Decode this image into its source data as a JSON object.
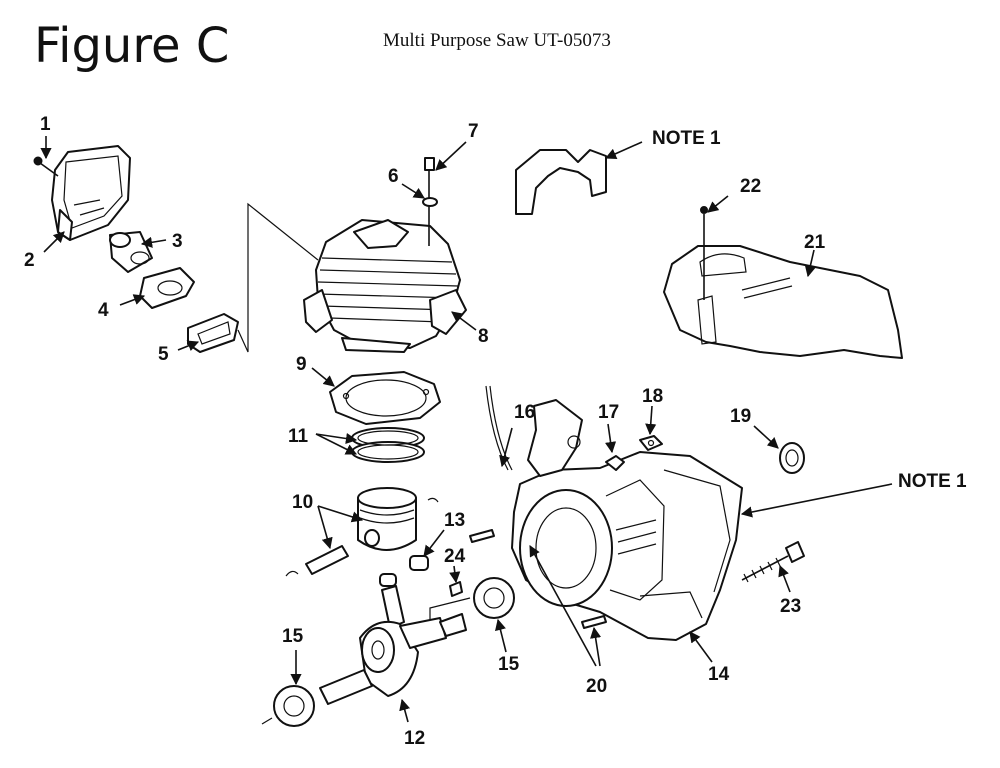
{
  "header": {
    "title": "Figure C",
    "subtitle": "Multi Purpose Saw UT-05073"
  },
  "notes": {
    "note_top": "NOTE 1",
    "note_right": "NOTE 1"
  },
  "parts": {
    "p1": "1",
    "p2": "2",
    "p3": "3",
    "p4": "4",
    "p5": "5",
    "p6": "6",
    "p7": "7",
    "p8": "8",
    "p9": "9",
    "p10": "10",
    "p11": "11",
    "p12": "12",
    "p13": "13",
    "p14": "14",
    "p15a": "15",
    "p15b": "15",
    "p16": "16",
    "p17": "17",
    "p18": "18",
    "p19": "19",
    "p20": "20",
    "p21": "21",
    "p22": "22",
    "p23": "23",
    "p24": "24"
  }
}
